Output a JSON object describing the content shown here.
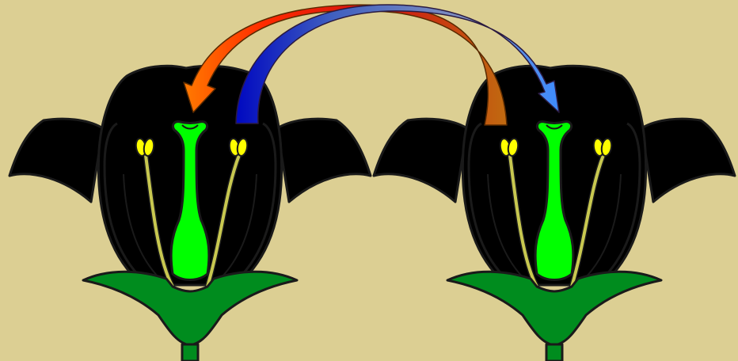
{
  "diagram": {
    "background": "#dccf93",
    "outline": "#1a1a1a",
    "flowers": [
      {
        "id": "left",
        "petal_color": "#00ffff",
        "pollen_color": "#ffff00",
        "stamen_color": "#c8c850"
      },
      {
        "id": "right",
        "petal_color": "#ff6ccb",
        "pollen_color": "#ffff00",
        "stamen_color": "#c8c850"
      }
    ],
    "pistil_color": "#00ff00",
    "sepal_color": "#008c1e",
    "arrows": [
      {
        "id": "arrow-right-to-left",
        "gradient": [
          "#ff2a00",
          "#ff6a00",
          "#c08020"
        ]
      },
      {
        "id": "arrow-left-to-right",
        "gradient": [
          "#0010cc",
          "#3070e0",
          "#5aa0ff"
        ]
      }
    ]
  }
}
